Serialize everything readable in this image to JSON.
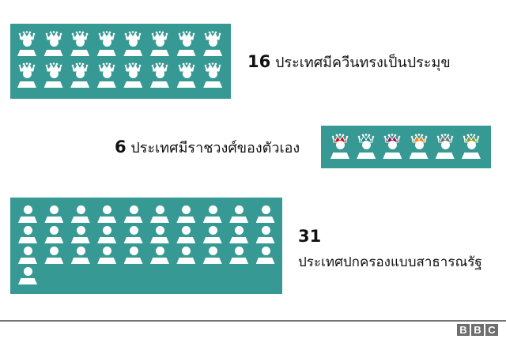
{
  "colors": {
    "panel_bg": "#379994",
    "figure": "#ffffff",
    "text": "#111111",
    "divider": "#757575",
    "logo_bg": "#6e6e6e"
  },
  "sections": [
    {
      "id": "queen-head-of-state",
      "count": "16",
      "label": "ประเทศมีควีนทรงเป็นประมุข",
      "icon": "crowned-person-icon",
      "figure_count": 16,
      "columns": 8
    },
    {
      "id": "own-royal-family",
      "count": "6",
      "label": "ประเทศมีราชวงศ์ของตัวเอง",
      "icon": "crowned-person-icon",
      "figure_count": 6,
      "columns": 6,
      "crown_colors": [
        "#c8141e",
        "#1a8a8c",
        "#8b1a5a",
        "#f08216",
        "#6e6e6e",
        "#7aa020"
      ]
    },
    {
      "id": "republic",
      "count": "31",
      "label": "ประเทศปกครองแบบสาธารณรัฐ",
      "icon": "person-icon",
      "figure_count": 31,
      "columns": 10
    }
  ],
  "footer": {
    "logo_letters": [
      "B",
      "B",
      "C"
    ]
  }
}
